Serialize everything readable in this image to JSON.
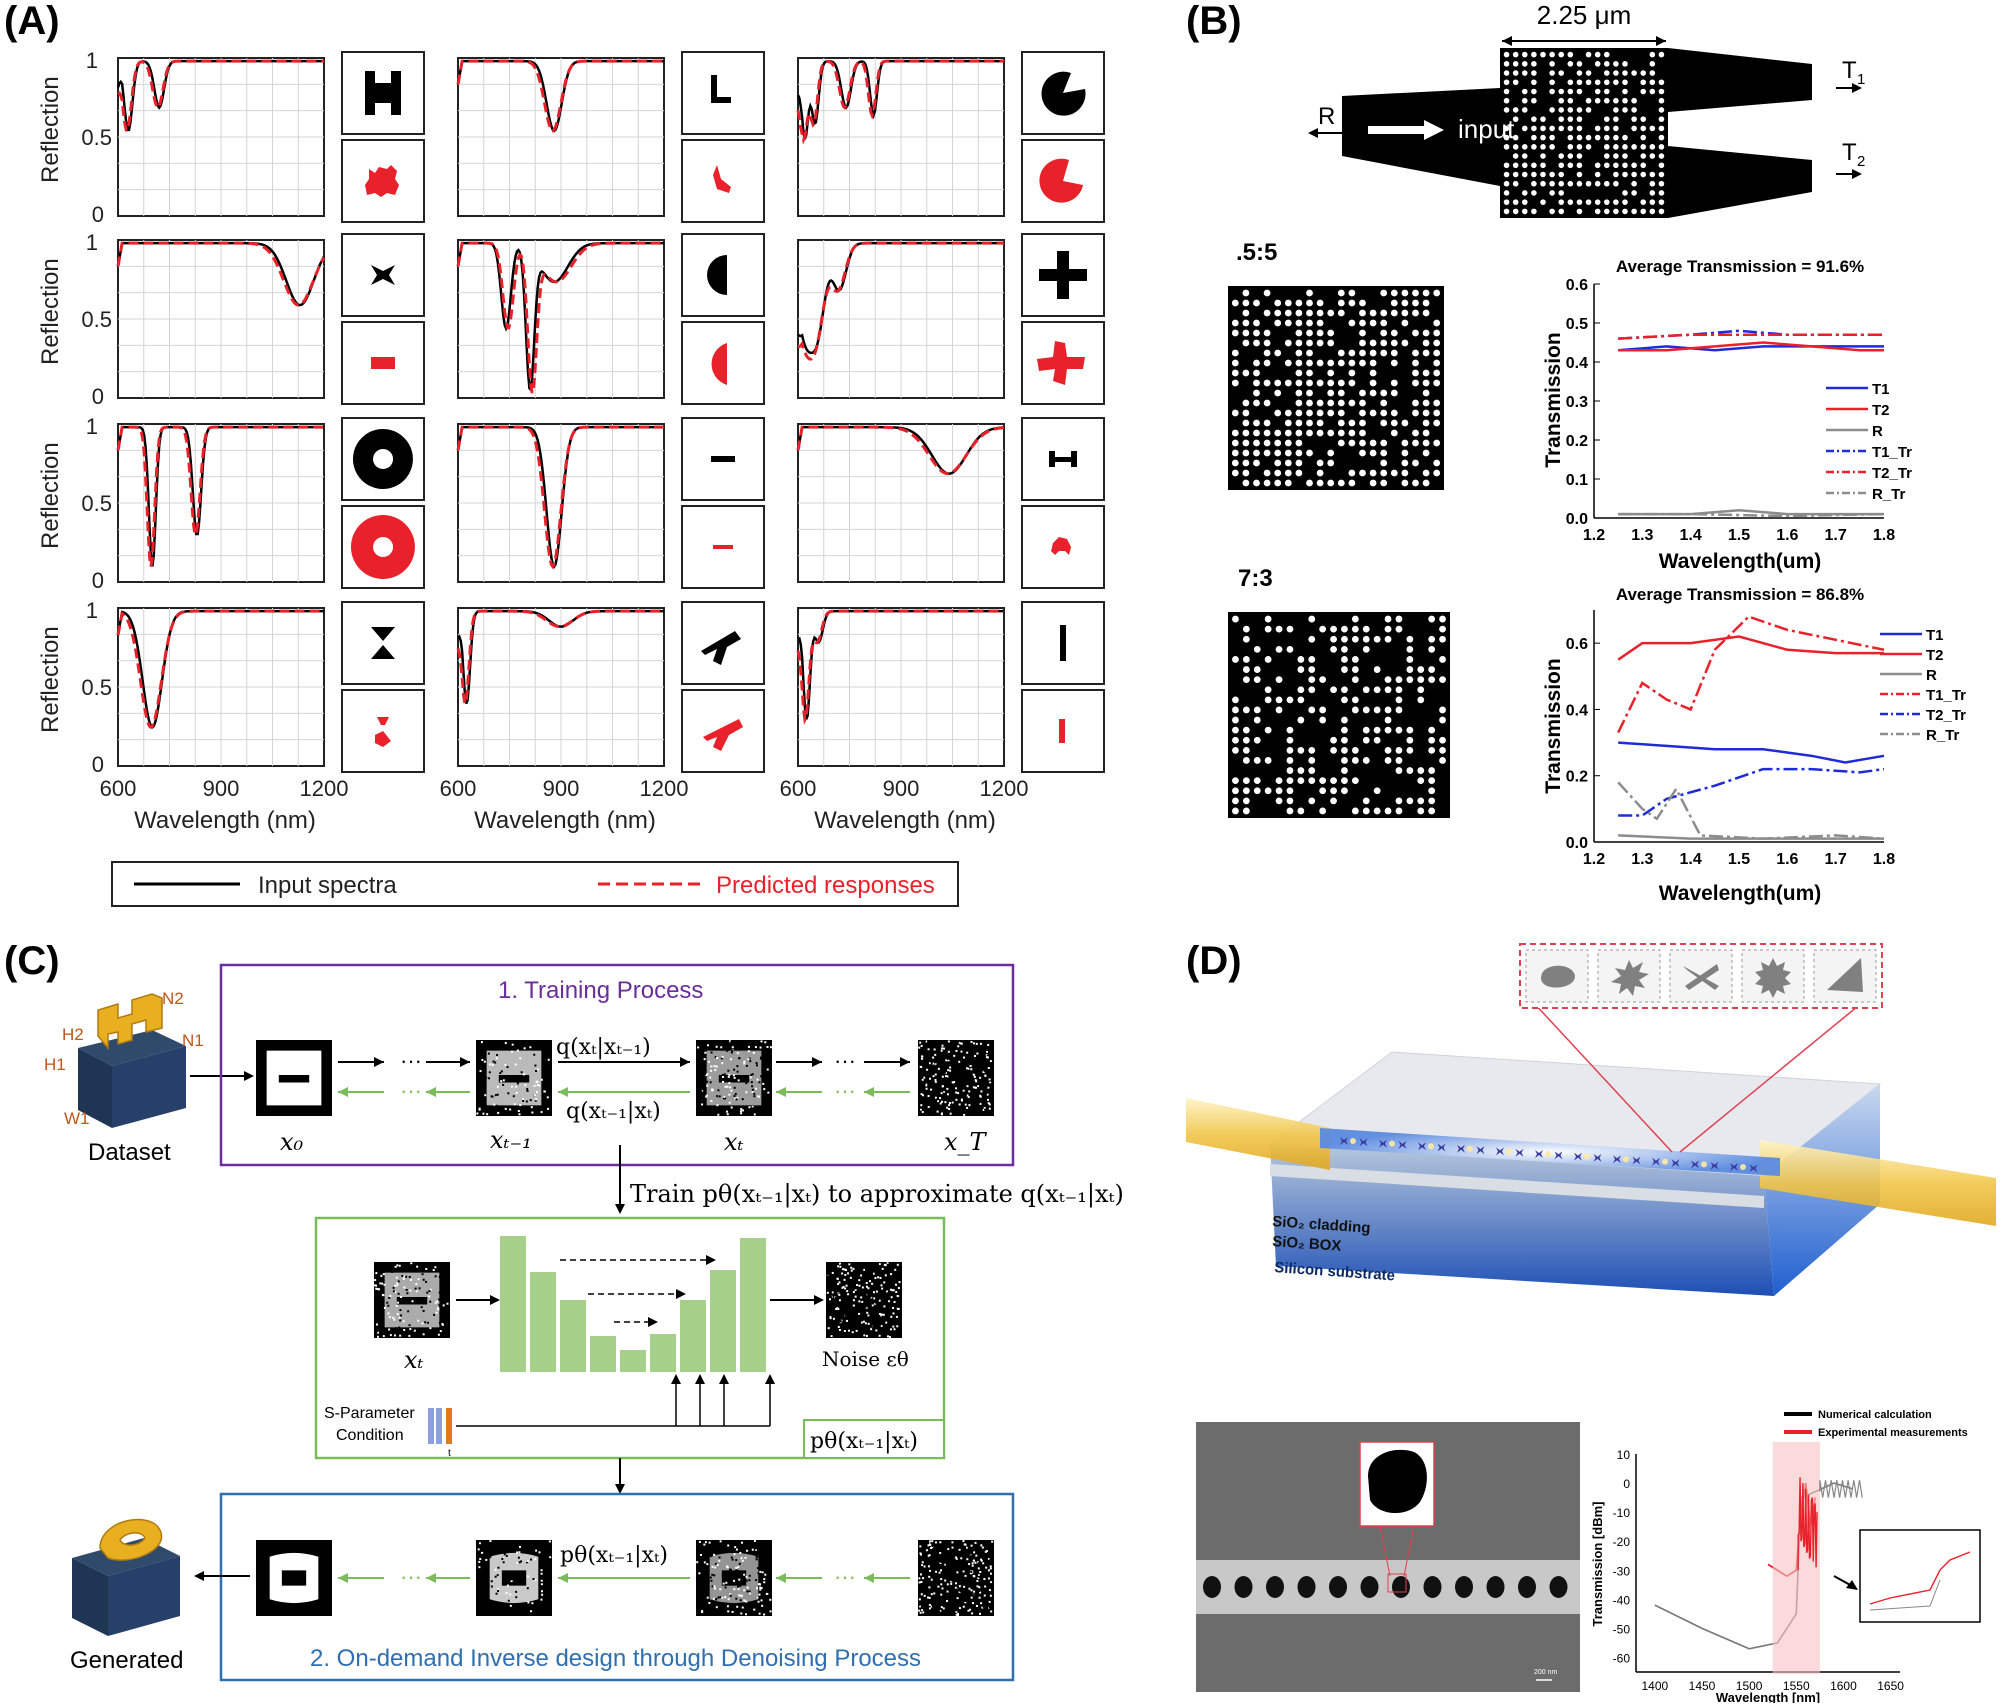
{
  "colors": {
    "black": "#000000",
    "red": "#e8212a",
    "blue": "#1f2bd8",
    "gray": "#8c8c8c",
    "purple": "#6a2d9c",
    "green": "#7cbb5c",
    "frame_blue": "#2f6fb0",
    "bar_green": "#a6d08a",
    "orange": "#e07a1a"
  },
  "panels": {
    "a": "(A)",
    "b": "(B)",
    "c": "(C)",
    "d": "(D)"
  },
  "panel_a": {
    "ylabel": "Reflection",
    "xlabel": "Wavelength (nm)",
    "xticks": [
      "600",
      "900",
      "1200"
    ],
    "yticks": [
      "0",
      "0.5",
      "1"
    ],
    "legend": {
      "input": "Input spectra",
      "predicted": "Predicted responses"
    }
  },
  "panel_b": {
    "width_label": "2.25 μm",
    "input_label": "input",
    "r_label": "R",
    "t1_label": "T",
    "t1_sub": "1",
    "t2_label": "T",
    "t2_sub": "2",
    "ratio_top": ".5:5",
    "ratio_bottom": "7:3",
    "chart_top": {
      "title": "Average Transmission = 91.6%",
      "ylabel": "Transmission",
      "xlabel": "Wavelength(um)",
      "xticks": [
        "1.2",
        "1.3",
        "1.4",
        "1.5",
        "1.6",
        "1.7",
        "1.8"
      ],
      "yticks": [
        "0.0",
        "0.1",
        "0.2",
        "0.3",
        "0.4",
        "0.5",
        "0.6"
      ],
      "legend": [
        "T1",
        "T2",
        "R",
        "T1_Tr",
        "T2_Tr",
        "R_Tr"
      ]
    },
    "chart_bottom": {
      "title": "Average Transmission = 86.8%",
      "ylabel": "Transmission",
      "xlabel": "Wavelength(um)",
      "xticks": [
        "1.2",
        "1.3",
        "1.4",
        "1.5",
        "1.6",
        "1.7",
        "1.8"
      ],
      "yticks": [
        "0.0",
        "0.2",
        "0.4",
        "0.6"
      ],
      "legend": [
        "T1",
        "T2",
        "R",
        "T1_Tr",
        "T2_Tr",
        "R_Tr"
      ]
    }
  },
  "panel_c": {
    "training_title": "1. Training Process",
    "inverse_title": "2. On-demand Inverse design through Denoising Process",
    "dataset": "Dataset",
    "generated": "Generated",
    "dims": [
      "H2",
      "N2",
      "N1",
      "H1",
      "W1"
    ],
    "x0": "x₀",
    "xt1": "xₜ₋₁",
    "xt": "xₜ",
    "xT": "x_T",
    "q_forward": "q(xₜ|xₜ₋₁)",
    "q_reverse": "q(xₜ₋₁|xₜ)",
    "train_text": "Train pθ(xₜ₋₁|xₜ) to approximate q(xₜ₋₁|xₜ)",
    "unet_input": "xₜ",
    "noise": "Noise εθ",
    "s_param_1": "S-Parameter",
    "s_param_2": "Condition",
    "t_small": "t",
    "p_theta": "pθ(xₜ₋₁|xₜ)",
    "p_theta_inv": "pθ(xₜ₋₁|xₜ)",
    "dots": "···"
  },
  "panel_d": {
    "cladding": "SiO₂ cladding",
    "box": "SiO₂ BOX",
    "substrate": "Silicon substrate",
    "scalebar": "200 nm",
    "legend_num": "Numerical calculation",
    "legend_exp": "Experimental measurements",
    "ylabel": "Transmission [dBm]",
    "xlabel": "Wavelength [nm]",
    "xticks": [
      "1400",
      "1450",
      "1500",
      "1550",
      "1600",
      "1650"
    ],
    "yticks": [
      "10",
      "0",
      "-10",
      "-20",
      "-30",
      "-40",
      "-50",
      "-60"
    ]
  },
  "chart_data": [
    {
      "type": "line",
      "title": "",
      "xlabel": "Wavelength (nm)",
      "ylabel": "Reflection",
      "xlim": [
        600,
        1200
      ],
      "ylim": [
        0,
        1
      ],
      "note": "Panel A: 12 reflection spectra (3 columns x 4 rows), input (black solid) vs predicted (red dashed)",
      "series": [
        {
          "name": "Input spectra",
          "values": [
            [
              600,
              0.95
            ],
            [
              630,
              0.5
            ],
            [
              660,
              0.98
            ],
            [
              720,
              0.72
            ],
            [
              760,
              0.95
            ],
            [
              900,
              0.96
            ],
            [
              1200,
              0.99
            ]
          ]
        },
        {
          "name": "Predicted responses",
          "values": [
            [
              600,
              0.93
            ],
            [
              630,
              0.45
            ],
            [
              660,
              0.97
            ],
            [
              720,
              0.68
            ],
            [
              760,
              0.94
            ],
            [
              900,
              0.95
            ],
            [
              1200,
              0.98
            ]
          ]
        }
      ]
    },
    {
      "type": "line",
      "title": "Average Transmission = 91.6%",
      "xlabel": "Wavelength(um)",
      "ylabel": "Transmission",
      "xlim": [
        1.2,
        1.8
      ],
      "ylim": [
        0,
        0.6
      ],
      "series": [
        {
          "name": "T1",
          "values": [
            [
              1.25,
              0.43
            ],
            [
              1.35,
              0.44
            ],
            [
              1.45,
              0.43
            ],
            [
              1.55,
              0.44
            ],
            [
              1.65,
              0.44
            ],
            [
              1.75,
              0.44
            ],
            [
              1.8,
              0.44
            ]
          ]
        },
        {
          "name": "T2",
          "values": [
            [
              1.25,
              0.43
            ],
            [
              1.35,
              0.43
            ],
            [
              1.45,
              0.44
            ],
            [
              1.55,
              0.45
            ],
            [
              1.65,
              0.44
            ],
            [
              1.75,
              0.43
            ],
            [
              1.8,
              0.43
            ]
          ]
        },
        {
          "name": "R",
          "values": [
            [
              1.25,
              0.01
            ],
            [
              1.4,
              0.01
            ],
            [
              1.5,
              0.02
            ],
            [
              1.6,
              0.01
            ],
            [
              1.8,
              0.01
            ]
          ]
        },
        {
          "name": "T1_Tr",
          "values": [
            [
              1.25,
              0.46
            ],
            [
              1.4,
              0.47
            ],
            [
              1.5,
              0.48
            ],
            [
              1.6,
              0.47
            ],
            [
              1.8,
              0.47
            ]
          ]
        },
        {
          "name": "T2_Tr",
          "values": [
            [
              1.25,
              0.46
            ],
            [
              1.4,
              0.47
            ],
            [
              1.5,
              0.47
            ],
            [
              1.6,
              0.47
            ],
            [
              1.8,
              0.47
            ]
          ]
        },
        {
          "name": "R_Tr",
          "values": [
            [
              1.25,
              0.01
            ],
            [
              1.4,
              0.01
            ],
            [
              1.6,
              0.005
            ],
            [
              1.8,
              0.01
            ]
          ]
        }
      ]
    },
    {
      "type": "line",
      "title": "Average Transmission = 86.8%",
      "xlabel": "Wavelength(um)",
      "ylabel": "Transmission",
      "xlim": [
        1.2,
        1.8
      ],
      "ylim": [
        0,
        0.7
      ],
      "series": [
        {
          "name": "T1",
          "values": [
            [
              1.25,
              0.3
            ],
            [
              1.35,
              0.29
            ],
            [
              1.45,
              0.28
            ],
            [
              1.55,
              0.28
            ],
            [
              1.65,
              0.26
            ],
            [
              1.72,
              0.24
            ],
            [
              1.8,
              0.26
            ]
          ]
        },
        {
          "name": "T2",
          "values": [
            [
              1.25,
              0.55
            ],
            [
              1.3,
              0.6
            ],
            [
              1.4,
              0.6
            ],
            [
              1.5,
              0.62
            ],
            [
              1.6,
              0.58
            ],
            [
              1.7,
              0.57
            ],
            [
              1.8,
              0.57
            ]
          ]
        },
        {
          "name": "R",
          "values": [
            [
              1.25,
              0.02
            ],
            [
              1.4,
              0.01
            ],
            [
              1.6,
              0.01
            ],
            [
              1.8,
              0.01
            ]
          ]
        },
        {
          "name": "T1_Tr",
          "values": [
            [
              1.25,
              0.33
            ],
            [
              1.3,
              0.48
            ],
            [
              1.35,
              0.43
            ],
            [
              1.4,
              0.4
            ],
            [
              1.45,
              0.58
            ],
            [
              1.52,
              0.68
            ],
            [
              1.6,
              0.64
            ],
            [
              1.7,
              0.61
            ],
            [
              1.8,
              0.58
            ]
          ]
        },
        {
          "name": "T2_Tr",
          "values": [
            [
              1.25,
              0.08
            ],
            [
              1.3,
              0.08
            ],
            [
              1.35,
              0.13
            ],
            [
              1.45,
              0.17
            ],
            [
              1.55,
              0.22
            ],
            [
              1.65,
              0.22
            ],
            [
              1.75,
              0.21
            ],
            [
              1.8,
              0.22
            ]
          ]
        },
        {
          "name": "R_Tr",
          "values": [
            [
              1.25,
              0.18
            ],
            [
              1.3,
              0.1
            ],
            [
              1.33,
              0.07
            ],
            [
              1.37,
              0.16
            ],
            [
              1.42,
              0.02
            ],
            [
              1.55,
              0.01
            ],
            [
              1.7,
              0.02
            ],
            [
              1.8,
              0.01
            ]
          ]
        }
      ]
    },
    {
      "type": "line",
      "title": "",
      "xlabel": "Wavelength [nm]",
      "ylabel": "Transmission [dBm]",
      "xlim": [
        1380,
        1660
      ],
      "ylim": [
        -65,
        10
      ],
      "series": [
        {
          "name": "Numerical calculation",
          "values": [
            [
              1400,
              -42
            ],
            [
              1450,
              -50
            ],
            [
              1500,
              -57
            ],
            [
              1530,
              -55
            ],
            [
              1550,
              -45
            ],
            [
              1555,
              -5
            ],
            [
              1570,
              -3
            ],
            [
              1590,
              0
            ],
            [
              1610,
              -2
            ]
          ]
        },
        {
          "name": "Experimental measurements",
          "values": [
            [
              1520,
              -28
            ],
            [
              1540,
              -32
            ],
            [
              1550,
              -30
            ],
            [
              1555,
              -10
            ],
            [
              1560,
              0
            ],
            [
              1565,
              -15
            ],
            [
              1570,
              -5
            ]
          ]
        }
      ]
    }
  ]
}
